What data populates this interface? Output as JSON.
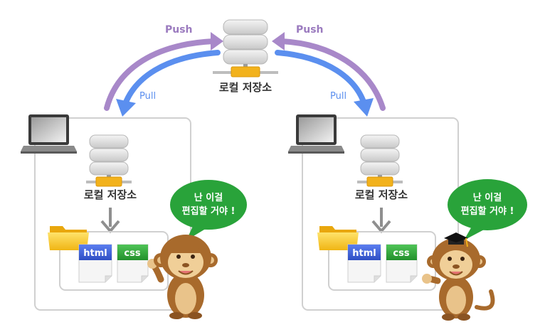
{
  "center_server": {
    "label": "로컬 저장소"
  },
  "arrows": {
    "left_push": "Push",
    "right_push": "Push",
    "left_pull": "Pull",
    "right_pull": "Pull"
  },
  "left_pc": {
    "repo_label": "로컬 저장소",
    "files": [
      "html",
      "css"
    ],
    "speech": [
      "난 이걸",
      "편집할 거야 !"
    ]
  },
  "right_pc": {
    "repo_label": "로컬 저장소",
    "files": [
      "html",
      "css"
    ],
    "speech": [
      "난 이걸",
      "편집할 거야 !"
    ]
  },
  "colors": {
    "push": "#9b7bbf",
    "pull": "#5b8fef",
    "html_tab": "#3c5fd6",
    "css_tab": "#2ea83a",
    "bubble": "#29a33a",
    "db_connector": "#f2b21c",
    "folder": "#f6c724",
    "monkey": "#a86a2c"
  }
}
